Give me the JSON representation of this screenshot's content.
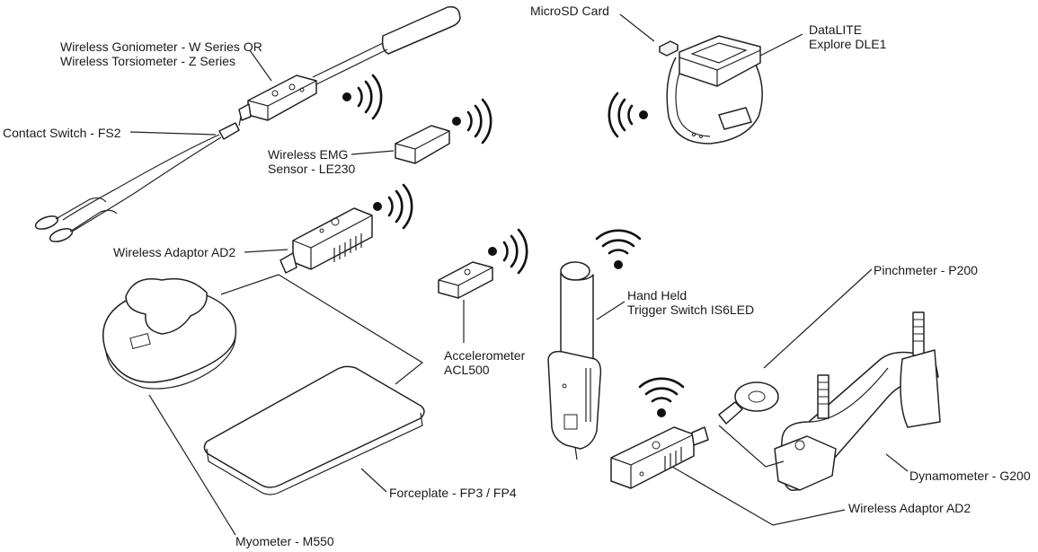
{
  "labels": {
    "goniometer_line1": "Wireless Goniometer - W Series OR",
    "goniometer_line2": "Wireless Torsiometer - Z Series",
    "contact_switch": "Contact Switch - FS2",
    "emg_line1": "Wireless EMG",
    "emg_line2": "Sensor - LE230",
    "adaptor_top": "Wireless Adaptor AD2",
    "microsd": "MicroSD Card",
    "datalite_line1": "DataLITE",
    "datalite_line2": "Explore DLE1",
    "accel_line1": "Accelerometer",
    "accel_line2": "ACL500",
    "hand_held_line1": "Hand Held",
    "hand_held_line2": "Trigger Switch IS6LED",
    "pinchmeter": "Pinchmeter - P200",
    "dynamometer": "Dynamometer - G200",
    "adaptor_bottom": "Wireless Adaptor AD2",
    "forceplate": "Forceplate - FP3 / FP4",
    "myometer": "Myometer - M550"
  },
  "icons": [
    "wireless-signal-icon"
  ],
  "colors": {
    "line": "#222222",
    "fill": "#ffffff",
    "text": "#1a1a1a"
  }
}
